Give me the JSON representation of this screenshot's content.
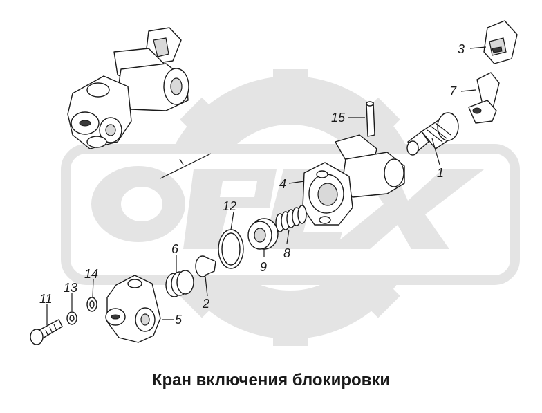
{
  "title": "Кран включения блокировки",
  "watermark": {
    "logo_text": "ОРЕХ"
  },
  "callouts": [
    {
      "id": "c1",
      "label": "1"
    },
    {
      "id": "c2",
      "label": "2"
    },
    {
      "id": "c3",
      "label": "3"
    },
    {
      "id": "c4",
      "label": "4"
    },
    {
      "id": "c5",
      "label": "5"
    },
    {
      "id": "c6",
      "label": "6"
    },
    {
      "id": "c7",
      "label": "7"
    },
    {
      "id": "c8",
      "label": "8"
    },
    {
      "id": "c9",
      "label": "9"
    },
    {
      "id": "c11",
      "label": "11"
    },
    {
      "id": "c12",
      "label": "12"
    },
    {
      "id": "c13",
      "label": "13"
    },
    {
      "id": "c14",
      "label": "14"
    },
    {
      "id": "c15",
      "label": "15"
    }
  ]
}
